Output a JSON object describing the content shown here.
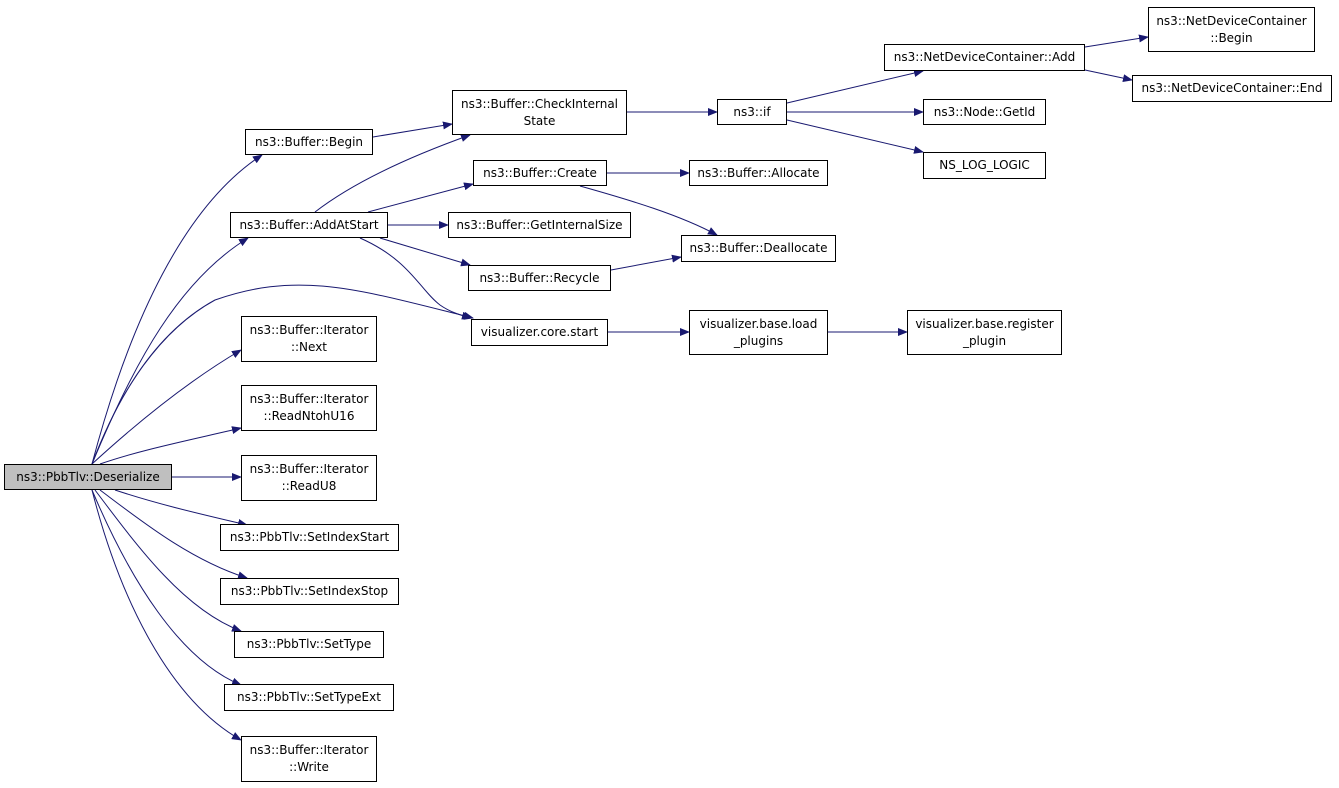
{
  "colors": {
    "edge": "#191970",
    "root_fill": "#bfbfbf",
    "node_fill": "#ffffff",
    "border": "#000000"
  },
  "nodes": {
    "deserialize": [
      "ns3::PbbTlv::Deserialize"
    ],
    "buffer_begin": [
      "ns3::Buffer::Begin"
    ],
    "add_at_start": [
      "ns3::Buffer::AddAtStart"
    ],
    "check_internal_state": [
      "ns3::Buffer::CheckInternal",
      "State"
    ],
    "buffer_create": [
      "ns3::Buffer::Create"
    ],
    "get_internal_size": [
      "ns3::Buffer::GetInternalSize"
    ],
    "buffer_recycle": [
      "ns3::Buffer::Recycle"
    ],
    "visualizer_core_start": [
      "visualizer.core.start"
    ],
    "iterator_next": [
      "ns3::Buffer::Iterator",
      "::Next"
    ],
    "iterator_read_ntoh_u16": [
      "ns3::Buffer::Iterator",
      "::ReadNtohU16"
    ],
    "iterator_read_u8": [
      "ns3::Buffer::Iterator",
      "::ReadU8"
    ],
    "set_index_start": [
      "ns3::PbbTlv::SetIndexStart"
    ],
    "set_index_stop": [
      "ns3::PbbTlv::SetIndexStop"
    ],
    "set_type": [
      "ns3::PbbTlv::SetType"
    ],
    "set_type_ext": [
      "ns3::PbbTlv::SetTypeExt"
    ],
    "iterator_write": [
      "ns3::Buffer::Iterator",
      "::Write"
    ],
    "ns3_if": [
      "ns3::if"
    ],
    "buffer_allocate": [
      "ns3::Buffer::Allocate"
    ],
    "buffer_deallocate": [
      "ns3::Buffer::Deallocate"
    ],
    "load_plugins": [
      "visualizer.base.load",
      "_plugins"
    ],
    "netdevice_add": [
      "ns3::NetDeviceContainer::Add"
    ],
    "node_get_id": [
      "ns3::Node::GetId"
    ],
    "ns_log_logic": [
      "NS_LOG_LOGIC"
    ],
    "register_plugin": [
      "visualizer.base.register",
      "_plugin"
    ],
    "netdevice_begin": [
      "ns3::NetDeviceContainer",
      "::Begin"
    ],
    "netdevice_end": [
      "ns3::NetDeviceContainer::End"
    ]
  },
  "edges": [
    [
      "deserialize",
      "buffer_begin"
    ],
    [
      "deserialize",
      "add_at_start"
    ],
    [
      "deserialize",
      "visualizer_core_start"
    ],
    [
      "deserialize",
      "iterator_next"
    ],
    [
      "deserialize",
      "iterator_read_ntoh_u16"
    ],
    [
      "deserialize",
      "iterator_read_u8"
    ],
    [
      "deserialize",
      "set_index_start"
    ],
    [
      "deserialize",
      "set_index_stop"
    ],
    [
      "deserialize",
      "set_type"
    ],
    [
      "deserialize",
      "set_type_ext"
    ],
    [
      "deserialize",
      "iterator_write"
    ],
    [
      "buffer_begin",
      "check_internal_state"
    ],
    [
      "add_at_start",
      "check_internal_state"
    ],
    [
      "add_at_start",
      "buffer_create"
    ],
    [
      "add_at_start",
      "get_internal_size"
    ],
    [
      "add_at_start",
      "buffer_recycle"
    ],
    [
      "add_at_start",
      "visualizer_core_start"
    ],
    [
      "check_internal_state",
      "ns3_if"
    ],
    [
      "buffer_create",
      "buffer_allocate"
    ],
    [
      "buffer_create",
      "buffer_deallocate"
    ],
    [
      "buffer_recycle",
      "buffer_deallocate"
    ],
    [
      "visualizer_core_start",
      "load_plugins"
    ],
    [
      "load_plugins",
      "register_plugin"
    ],
    [
      "ns3_if",
      "netdevice_add"
    ],
    [
      "ns3_if",
      "node_get_id"
    ],
    [
      "ns3_if",
      "ns_log_logic"
    ],
    [
      "netdevice_add",
      "netdevice_begin"
    ],
    [
      "netdevice_add",
      "netdevice_end"
    ]
  ]
}
